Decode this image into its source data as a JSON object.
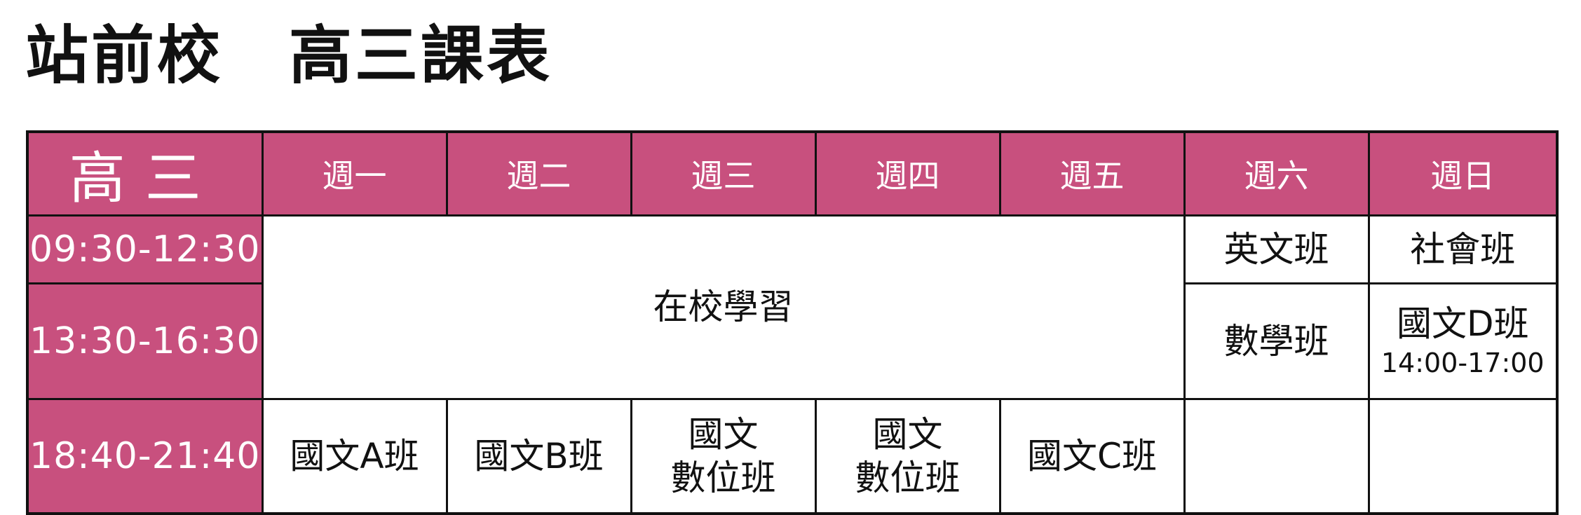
{
  "title": "站前校　高三課表",
  "table": {
    "corner": "高三",
    "days": [
      "週一",
      "週二",
      "週三",
      "週四",
      "週五",
      "週六",
      "週日"
    ],
    "times": [
      "09:30-12:30",
      "13:30-16:30",
      "18:40-21:40"
    ],
    "in_school": "在校學習",
    "sat_morning": "英文班",
    "sun_morning": "社會班",
    "sat_afternoon": "數學班",
    "sun_afternoon": "國文D班",
    "sun_afternoon_time": "14:00-17:00",
    "evening": {
      "mon": "國文A班",
      "tue": "國文B班",
      "wed_line1": "國文",
      "wed_line2": "數位班",
      "thu_line1": "國文",
      "thu_line2": "數位班",
      "fri": "國文C班",
      "sat": "",
      "sun": ""
    }
  },
  "colors": {
    "header_bg": "#c8507e",
    "header_text": "#ffffff",
    "border": "#111111"
  }
}
